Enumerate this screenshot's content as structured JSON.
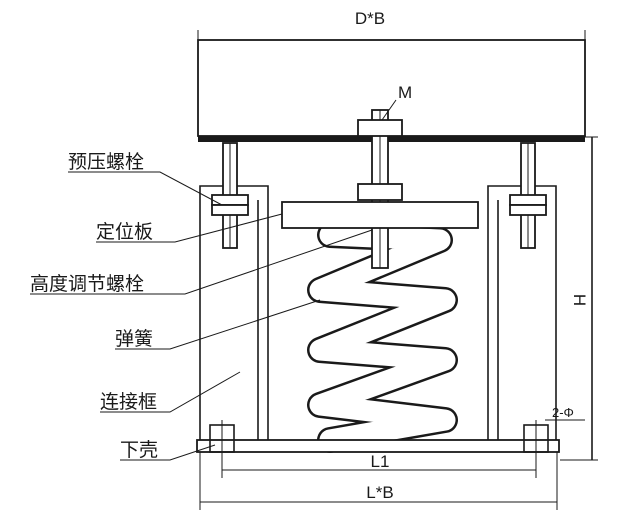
{
  "diagram": {
    "dimensions": {
      "top_width": "D*B",
      "bolt_size": "M",
      "height": "H",
      "holes": "2-Φ",
      "inner_length": "L1",
      "outer_length": "L*B"
    },
    "labels": {
      "preload_bolt": "预压螺栓",
      "positioning_plate": "定位板",
      "height_adjust_bolt": "高度调节螺栓",
      "spring": "弹簧",
      "connecting_frame": "连接框",
      "lower_shell": "下壳"
    }
  }
}
